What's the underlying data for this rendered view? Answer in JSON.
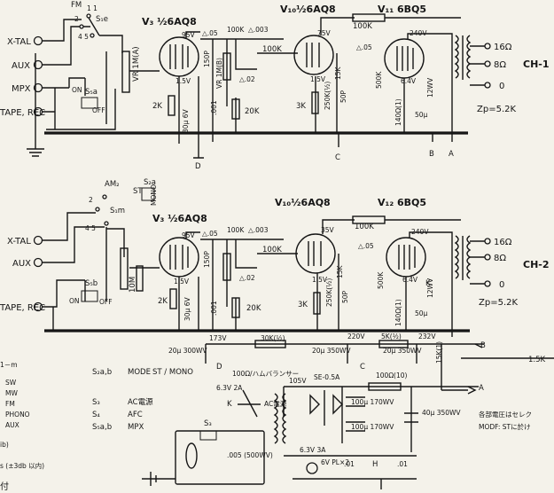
{
  "ch1": {
    "tube_v3": "V₃ ½6AQ8",
    "tube_v10": "V₁₀½6AQ8",
    "tube_v11": "V₁₁ 6BQ5",
    "label": "CH-1",
    "zp": "Zp=5.2K",
    "inputs": [
      "X-TAL",
      "AUX",
      "MPX",
      "TAPE, REC"
    ],
    "switch_top": "FM",
    "switch_s1e": "S₁e",
    "switch_s5a": "S₅a",
    "on": "ON",
    "off": "OFF",
    "vr": "VR 1M(A)",
    "v_95": "95V",
    "v_75": "75V",
    "v_240": "240V",
    "v_15": "1.5V",
    "v_64": "6.4V",
    "c_005a": "△.05",
    "c_005b": "△.05",
    "c_003": "△.003",
    "c_002": "△.02",
    "c_150p": "150P",
    "c_50p": "50P",
    "c_001": ".001",
    "r_100k_a": "100K",
    "r_100k_b": "100K",
    "r_100k_c": "100K",
    "r_2k": "2K",
    "r_3k": "3K",
    "r_20k": "20K",
    "r_15k": "15K",
    "r_250k": "250K(½)",
    "r_500k": "500K",
    "r_140": "140Ω(1)",
    "c_30u": "30μ 6V",
    "c_50u": "50μ",
    "v_12wv": "12WV",
    "vr_1m": "VR 1M(B)",
    "out_16": "16Ω",
    "out_8": "8Ω",
    "out_0": "0",
    "d": "D",
    "c": "C",
    "b": "B",
    "a": "A"
  },
  "ch2": {
    "tube_v3": "V₃ ½6AQ8",
    "tube_v10": "V₁₀½6AQ8",
    "tube_v12": "V₁₂ 6BQ5",
    "label": "CH-2",
    "zp": "Zp=5.2K",
    "inputs": [
      "X-TAL",
      "AUX",
      "TAPE, REC"
    ],
    "switch_top": "AM₂",
    "switch_s1m": "S₁m",
    "switch_s2a": "S₂a",
    "switch_s5b": "S₅b",
    "st": "ST",
    "mono": "MONO",
    "on": "ON",
    "off": "OFF",
    "r_10m": "10M",
    "v_95": "95V",
    "v_35": "35V",
    "v_240": "240V",
    "v_15": "1.5V",
    "v_64": "6.4V",
    "k": "K",
    "r_100k_a": "100K",
    "r_100k_b": "100K",
    "r_100k_c": "100K",
    "r_2k": "2K",
    "r_3k": "3K",
    "r_20k": "20K",
    "r_15k": "15K",
    "r_250k": "250K(½)",
    "r_500k": "500K",
    "r_140": "140Ω(1)",
    "c_30u": "30μ 6V",
    "c_50u": "50μ",
    "v_12wv": "12WV",
    "c_005a": "△.05",
    "c_005b": "△.05",
    "c_003": "△.003",
    "c_002": "△.02",
    "c_150p": "150P",
    "c_50p": "50P",
    "c_001": ".001",
    "out_16": "16Ω",
    "out_8": "8Ω",
    "out_0": "0"
  },
  "supply": {
    "v_173": "173V",
    "r_30k": "30K(½)",
    "v_220": "220V",
    "r_5k": "5K(½)",
    "v_232": "232V",
    "r_15k": "15K(1)",
    "r_15k_right": "1.5K",
    "c_20u_a": "20μ 300WV",
    "c_20u_b": "20μ 350WV",
    "c_20u_c": "20μ 350WV",
    "d": "D",
    "c": "C",
    "b": "B",
    "a": "A",
    "balancer": "100Ω/ハムバランサー",
    "v_105": "105V",
    "se": "SE-0.5A",
    "r_100": "100Ω(10)",
    "c_100u_a": "100μ 170WV",
    "c_100u_b": "100μ 170WV",
    "c_40u": "40μ 350WV",
    "heater": "6.3V 2A",
    "k": "K",
    "ac_label": "AC電源",
    "heater2": "6.3V 3A",
    "pilot": "6V PL×2",
    "c_01a": ".01",
    "c_01b": ".01",
    "h": "H",
    "s3": "S₃",
    "c_005": ".005 (500WV)",
    "note1": "各部電圧はセレク",
    "note2": "MODF: STに於け"
  },
  "legend": {
    "rows": [
      {
        "sym": "S₂a,b",
        "name": "MODE",
        "val": "ST / MONO"
      },
      {
        "sym": "S₃",
        "name": "AC電源",
        "val": ""
      },
      {
        "sym": "S₄",
        "name": "AFC",
        "val": ""
      },
      {
        "sym": "S₅a,b",
        "name": "MPX",
        "val": ""
      }
    ],
    "left": [
      "1－m",
      "SW",
      "MW",
      "FM",
      "PHONO",
      "AUX",
      "ib)",
      "s (±3db 以内)",
      "付"
    ]
  }
}
